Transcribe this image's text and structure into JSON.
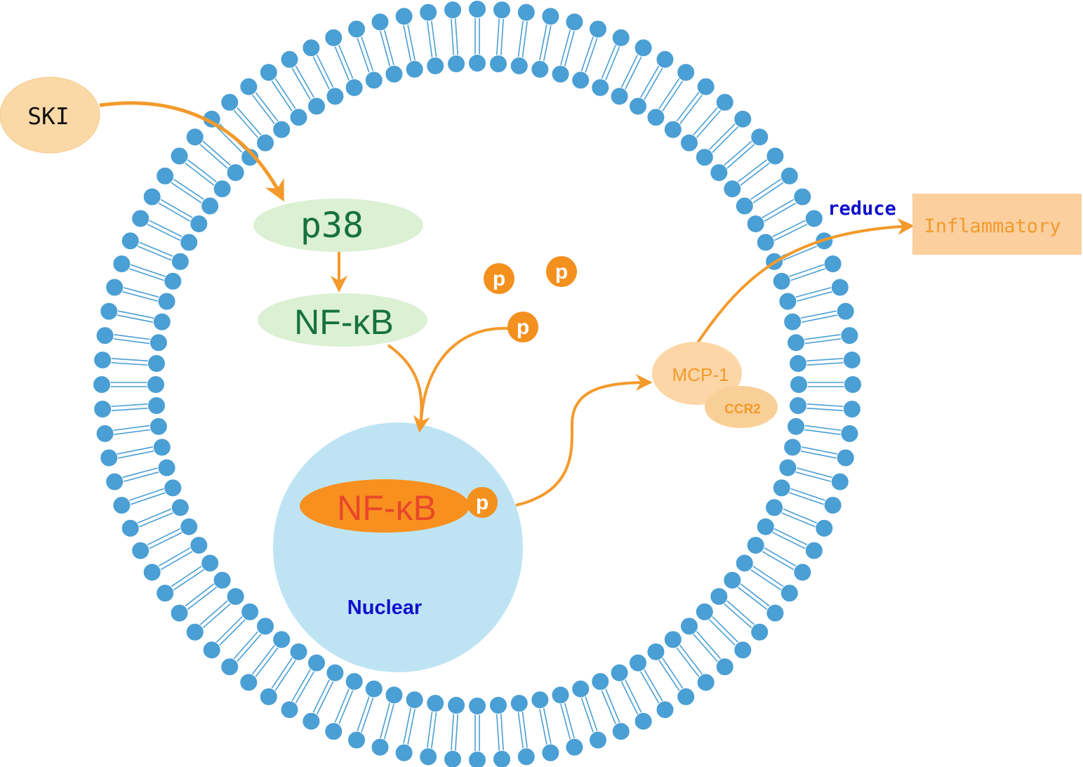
{
  "nodes": {
    "ski": "SKI",
    "p38": "p38",
    "nfkb": "NF-κB",
    "nfkb_nuclear": "NF-κB",
    "phospho": "p",
    "nuclear": "Nuclear",
    "mcp1": "MCP-1",
    "ccr2": "CCR2",
    "inflammatory": "Inflammatory"
  },
  "edges": {
    "reduce": "reduce"
  },
  "colors": {
    "membrane": "#4a9fd4",
    "arrow": "#f39a2b",
    "green_node": "#dcf0d4",
    "green_text": "#16723a",
    "ski_fill": "#fbd9a6",
    "nucleus": "#bee4f4",
    "nfkb_nuclear_fill": "#f7901e",
    "nfkb_nuclear_text": "#e8472a",
    "mcp_fill": "#fcd6a6",
    "ccr2_fill": "#f9cf98",
    "mcp_text": "#f39a2b",
    "infl_fill": "#fbcf9e",
    "phospho_fill": "#f3901e",
    "blue_text": "#1010cc"
  }
}
